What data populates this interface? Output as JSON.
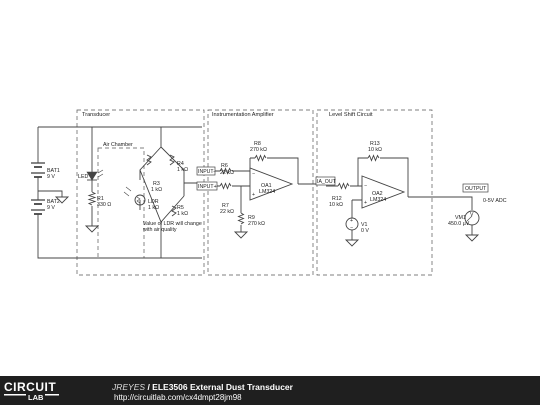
{
  "sections": {
    "transducer": "Transducer",
    "instrumentation_amplifier": "Instrumentation Amplifier",
    "level_shift": "Level Shift Circuit",
    "air_chamber": "Air Chamber"
  },
  "components": {
    "bat1": {
      "name": "BAT1",
      "value": "9 V"
    },
    "bat2": {
      "name": "BAT2",
      "value": "9 V"
    },
    "led": {
      "name": "LED"
    },
    "r1": {
      "name": "R1",
      "value": "330 Ω"
    },
    "r3": {
      "name": "R3",
      "value": "1 kΩ"
    },
    "r4": {
      "name": "R4",
      "value": "1 kΩ"
    },
    "r5": {
      "name": "R5",
      "value": "1 kΩ"
    },
    "ldr": {
      "name": "LDR",
      "value": "1 kΩ"
    },
    "r6": {
      "name": "R6",
      "value": "22 kΩ"
    },
    "r7": {
      "name": "R7",
      "value": "22 kΩ"
    },
    "r8": {
      "name": "R8",
      "value": "270 kΩ"
    },
    "r9": {
      "name": "R9",
      "value": "270 kΩ"
    },
    "oa1": {
      "name": "OA1",
      "value": "LM324"
    },
    "r12": {
      "name": "R12",
      "value": "10 kΩ"
    },
    "r13": {
      "name": "R13",
      "value": "10 kΩ"
    },
    "oa2": {
      "name": "OA2",
      "value": "LM324"
    },
    "v1": {
      "name": "V1",
      "value": "0 V"
    },
    "vm1": {
      "name": "VM1",
      "value": "450.0 µV"
    }
  },
  "net_labels": {
    "input_minus": "INPUT-",
    "input_plus": "INPUT+",
    "ia_out": "IA_OUT",
    "output": "OUTPUT"
  },
  "annotations": {
    "ldr_note_1": "Value of LDR will change",
    "ldr_note_2": "with air quality",
    "adc_note": "0-5V ADC"
  },
  "footer": {
    "logo_top": "CIRCUIT",
    "logo_bottom": "LAB",
    "author": "JREYES",
    "separator": " / ",
    "title": "ELE3506 External Dust Transducer",
    "url": "http://circuitlab.com/cx4dmpt28jm98"
  },
  "colors": {
    "footer_bg": "#1f1f1f",
    "wire": "#444444",
    "text": "#222222"
  }
}
